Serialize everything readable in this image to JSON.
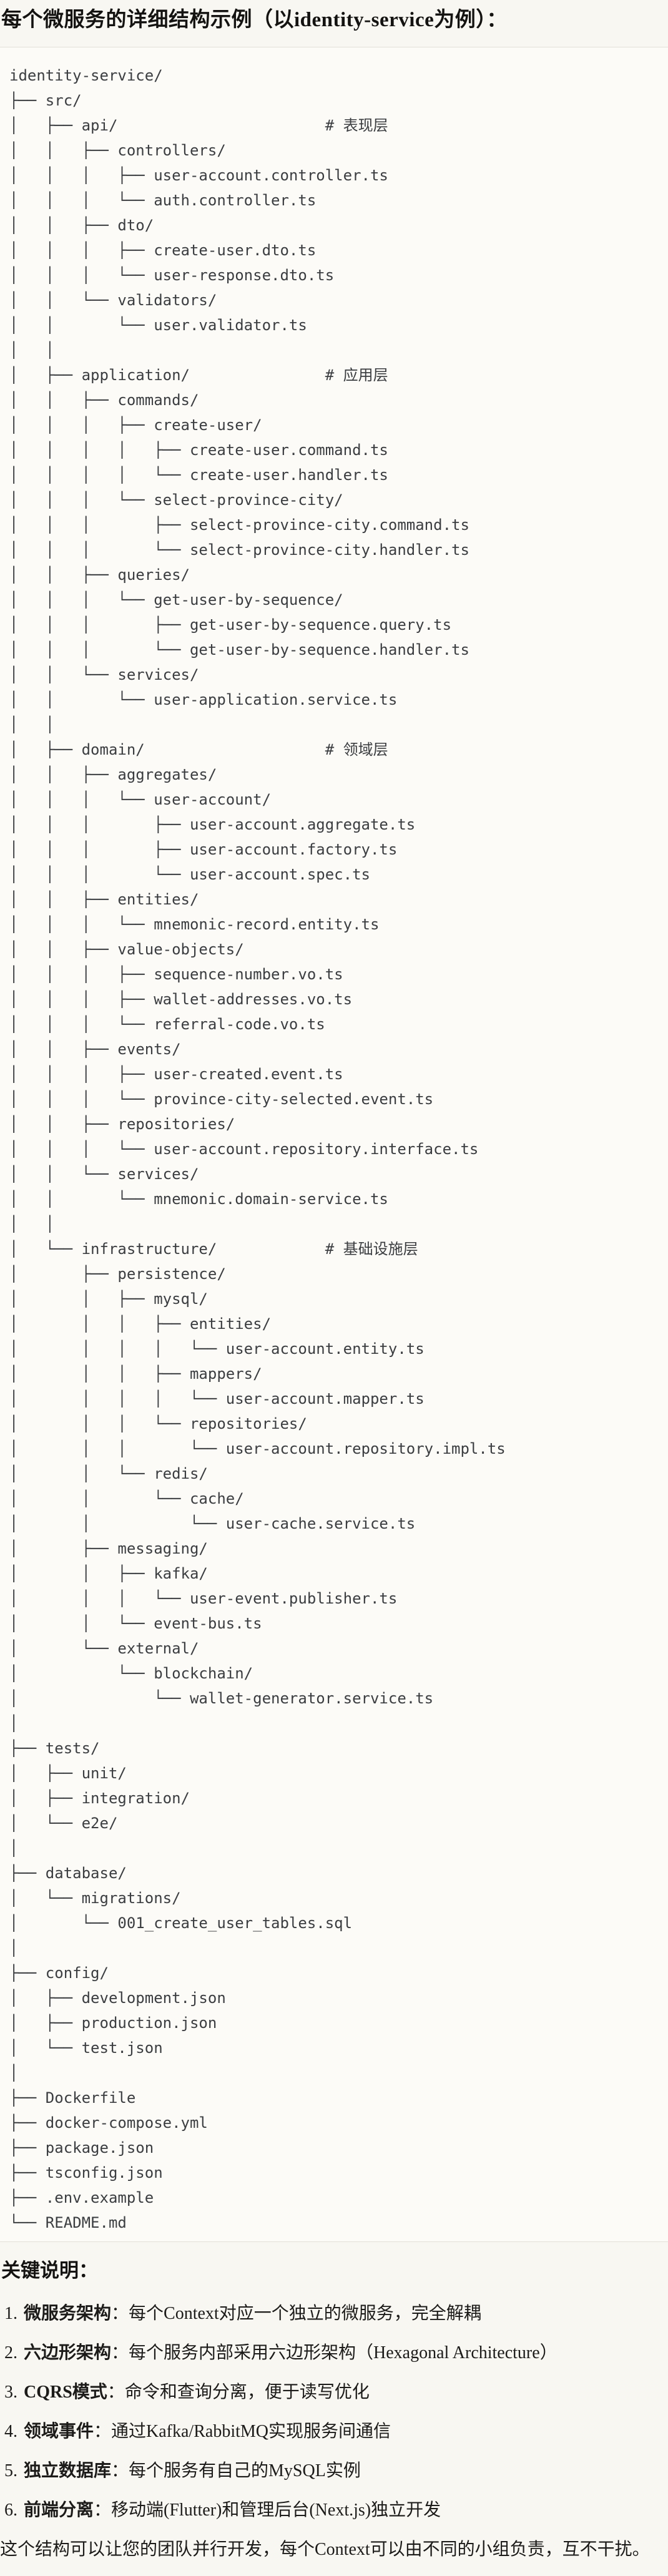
{
  "page": {
    "title": "每个微服务的详细结构示例（以identity-service为例）："
  },
  "code_block": {
    "language": "plain-text-tree",
    "tree_lines": [
      "identity-service/",
      "├── src/",
      "│   ├── api/                       # 表现层",
      "│   │   ├── controllers/",
      "│   │   │   ├── user-account.controller.ts",
      "│   │   │   └── auth.controller.ts",
      "│   │   ├── dto/",
      "│   │   │   ├── create-user.dto.ts",
      "│   │   │   └── user-response.dto.ts",
      "│   │   └── validators/",
      "│   │       └── user.validator.ts",
      "│   │",
      "│   ├── application/               # 应用层",
      "│   │   ├── commands/",
      "│   │   │   ├── create-user/",
      "│   │   │   │   ├── create-user.command.ts",
      "│   │   │   │   └── create-user.handler.ts",
      "│   │   │   └── select-province-city/",
      "│   │   │       ├── select-province-city.command.ts",
      "│   │   │       └── select-province-city.handler.ts",
      "│   │   ├── queries/",
      "│   │   │   └── get-user-by-sequence/",
      "│   │   │       ├── get-user-by-sequence.query.ts",
      "│   │   │       └── get-user-by-sequence.handler.ts",
      "│   │   └── services/",
      "│   │       └── user-application.service.ts",
      "│   │",
      "│   ├── domain/                    # 领域层",
      "│   │   ├── aggregates/",
      "│   │   │   └── user-account/",
      "│   │   │       ├── user-account.aggregate.ts",
      "│   │   │       ├── user-account.factory.ts",
      "│   │   │       └── user-account.spec.ts",
      "│   │   ├── entities/",
      "│   │   │   └── mnemonic-record.entity.ts",
      "│   │   ├── value-objects/",
      "│   │   │   ├── sequence-number.vo.ts",
      "│   │   │   ├── wallet-addresses.vo.ts",
      "│   │   │   └── referral-code.vo.ts",
      "│   │   ├── events/",
      "│   │   │   ├── user-created.event.ts",
      "│   │   │   └── province-city-selected.event.ts",
      "│   │   ├── repositories/",
      "│   │   │   └── user-account.repository.interface.ts",
      "│   │   └── services/",
      "│   │       └── mnemonic.domain-service.ts",
      "│   │",
      "│   └── infrastructure/            # 基础设施层",
      "│       ├── persistence/",
      "│       │   ├── mysql/",
      "│       │   │   ├── entities/",
      "│       │   │   │   └── user-account.entity.ts",
      "│       │   │   ├── mappers/",
      "│       │   │   │   └── user-account.mapper.ts",
      "│       │   │   └── repositories/",
      "│       │   │       └── user-account.repository.impl.ts",
      "│       │   └── redis/",
      "│       │       └── cache/",
      "│       │           └── user-cache.service.ts",
      "│       ├── messaging/",
      "│       │   ├── kafka/",
      "│       │   │   └── user-event.publisher.ts",
      "│       │   └── event-bus.ts",
      "│       └── external/",
      "│           └── blockchain/",
      "│               └── wallet-generator.service.ts",
      "│",
      "├── tests/",
      "│   ├── unit/",
      "│   ├── integration/",
      "│   └── e2e/",
      "│",
      "├── database/",
      "│   └── migrations/",
      "│       └── 001_create_user_tables.sql",
      "│",
      "├── config/",
      "│   ├── development.json",
      "│   ├── production.json",
      "│   └── test.json",
      "│",
      "├── Dockerfile",
      "├── docker-compose.yml",
      "├── package.json",
      "├── tsconfig.json",
      "├── .env.example",
      "└── README.md"
    ]
  },
  "notes": {
    "heading": "关键说明：",
    "items": [
      {
        "num": "1.",
        "label": "微服务架构",
        "colon": "：",
        "desc": "每个Context对应一个独立的微服务，完全解耦"
      },
      {
        "num": "2.",
        "label": "六边形架构",
        "colon": "：",
        "desc": "每个服务内部采用六边形架构（Hexagonal Architecture）"
      },
      {
        "num": "3.",
        "label": "CQRS模式",
        "colon": "：",
        "desc": "命令和查询分离，便于读写优化"
      },
      {
        "num": "4.",
        "label": "领域事件",
        "colon": "：",
        "desc": "通过Kafka/RabbitMQ实现服务间通信"
      },
      {
        "num": "5.",
        "label": "独立数据库",
        "colon": "：",
        "desc": "每个服务有自己的MySQL实例"
      },
      {
        "num": "6.",
        "label": "前端分离",
        "colon": "：",
        "desc": "移动端(Flutter)和管理后台(Next.js)独立开发"
      }
    ],
    "footer": "这个结构可以让您的团队并行开发，每个Context可以由不同的小组负责，互不干扰。"
  },
  "colors": {
    "page_bg": "#f8f7f2",
    "code_bg": "#fcfbf7",
    "border_color": "#e2e0d9",
    "tree_text": "#3b3d40",
    "body_text": "#1c1b19"
  }
}
